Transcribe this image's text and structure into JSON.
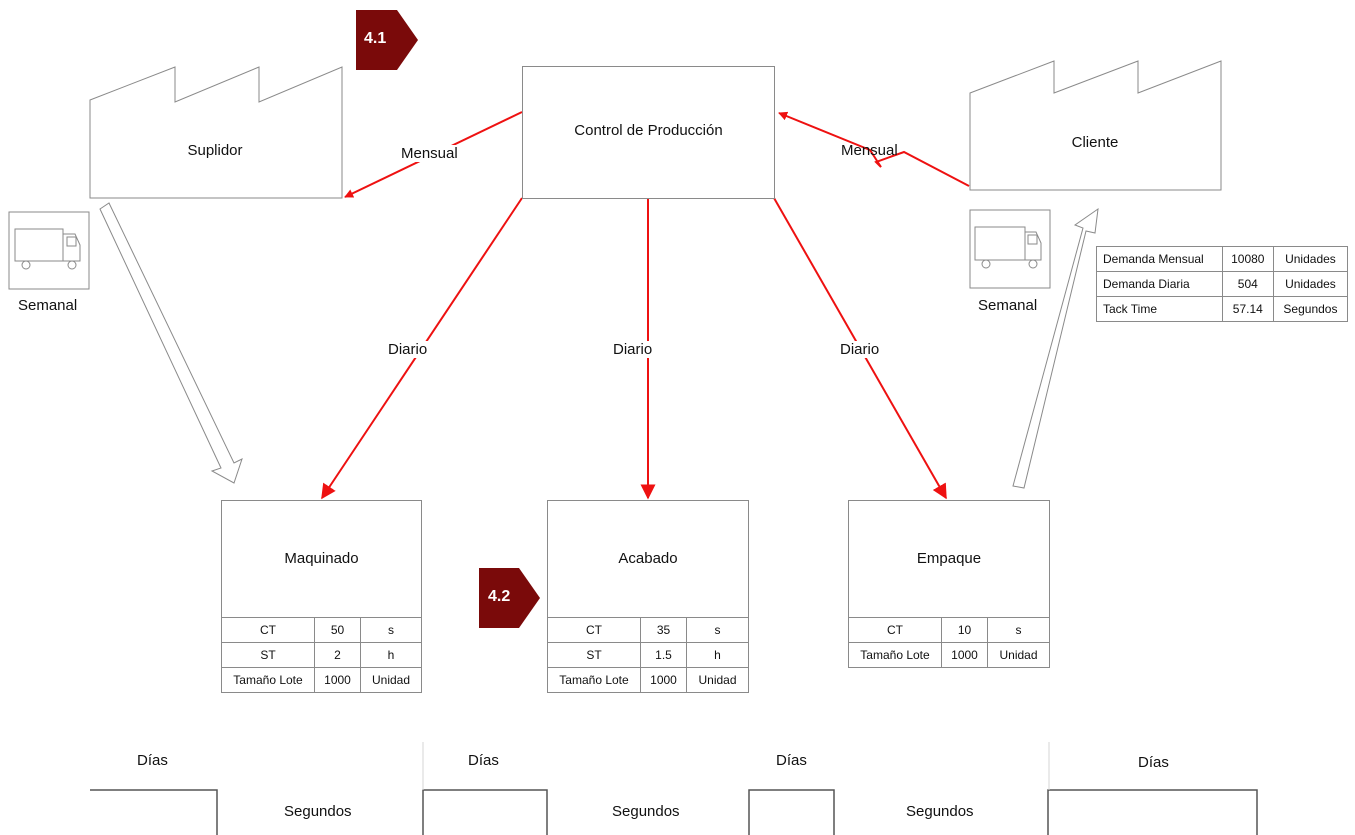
{
  "tags": {
    "t1": "4.1",
    "t2": "4.2"
  },
  "supplier": {
    "label": "Suplidor"
  },
  "customer": {
    "label": "Cliente"
  },
  "control": {
    "label": "Control de Producción"
  },
  "flows": {
    "to_supplier": "Mensual",
    "from_customer": "Mensual",
    "to_maquinado": "Diario",
    "to_acabado": "Diario",
    "to_empaque": "Diario"
  },
  "trucks": {
    "left_label": "Semanal",
    "right_label": "Semanal"
  },
  "demand_table": {
    "rows": [
      {
        "name": "Demanda Mensual",
        "value": "10080",
        "unit": "Unidades"
      },
      {
        "name": "Demanda Diaria",
        "value": "504",
        "unit": "Unidades"
      },
      {
        "name": "Tack Time",
        "value": "57.14",
        "unit": "Segundos"
      }
    ]
  },
  "processes": {
    "maquinado": {
      "title": "Maquinado",
      "rows": [
        {
          "name": "CT",
          "value": "50",
          "unit": "s"
        },
        {
          "name": "ST",
          "value": "2",
          "unit": "h"
        },
        {
          "name": "Tamaño Lote",
          "value": "1000",
          "unit": "Unidad"
        }
      ]
    },
    "acabado": {
      "title": "Acabado",
      "rows": [
        {
          "name": "CT",
          "value": "35",
          "unit": "s"
        },
        {
          "name": "ST",
          "value": "1.5",
          "unit": "h"
        },
        {
          "name": "Tamaño Lote",
          "value": "1000",
          "unit": "Unidad"
        }
      ]
    },
    "empaque": {
      "title": "Empaque",
      "rows": [
        {
          "name": "CT",
          "value": "10",
          "unit": "s"
        },
        {
          "name": "Tamaño Lote",
          "value": "1000",
          "unit": "Unidad"
        }
      ]
    }
  },
  "timeline": {
    "dias": [
      "Días",
      "Días",
      "Días",
      "Días"
    ],
    "segundos": [
      "Segundos",
      "Segundos",
      "Segundos"
    ]
  },
  "colors": {
    "flow": "#ee1111",
    "tag": "#7a0a0a",
    "outline": "#8a8a8a"
  }
}
